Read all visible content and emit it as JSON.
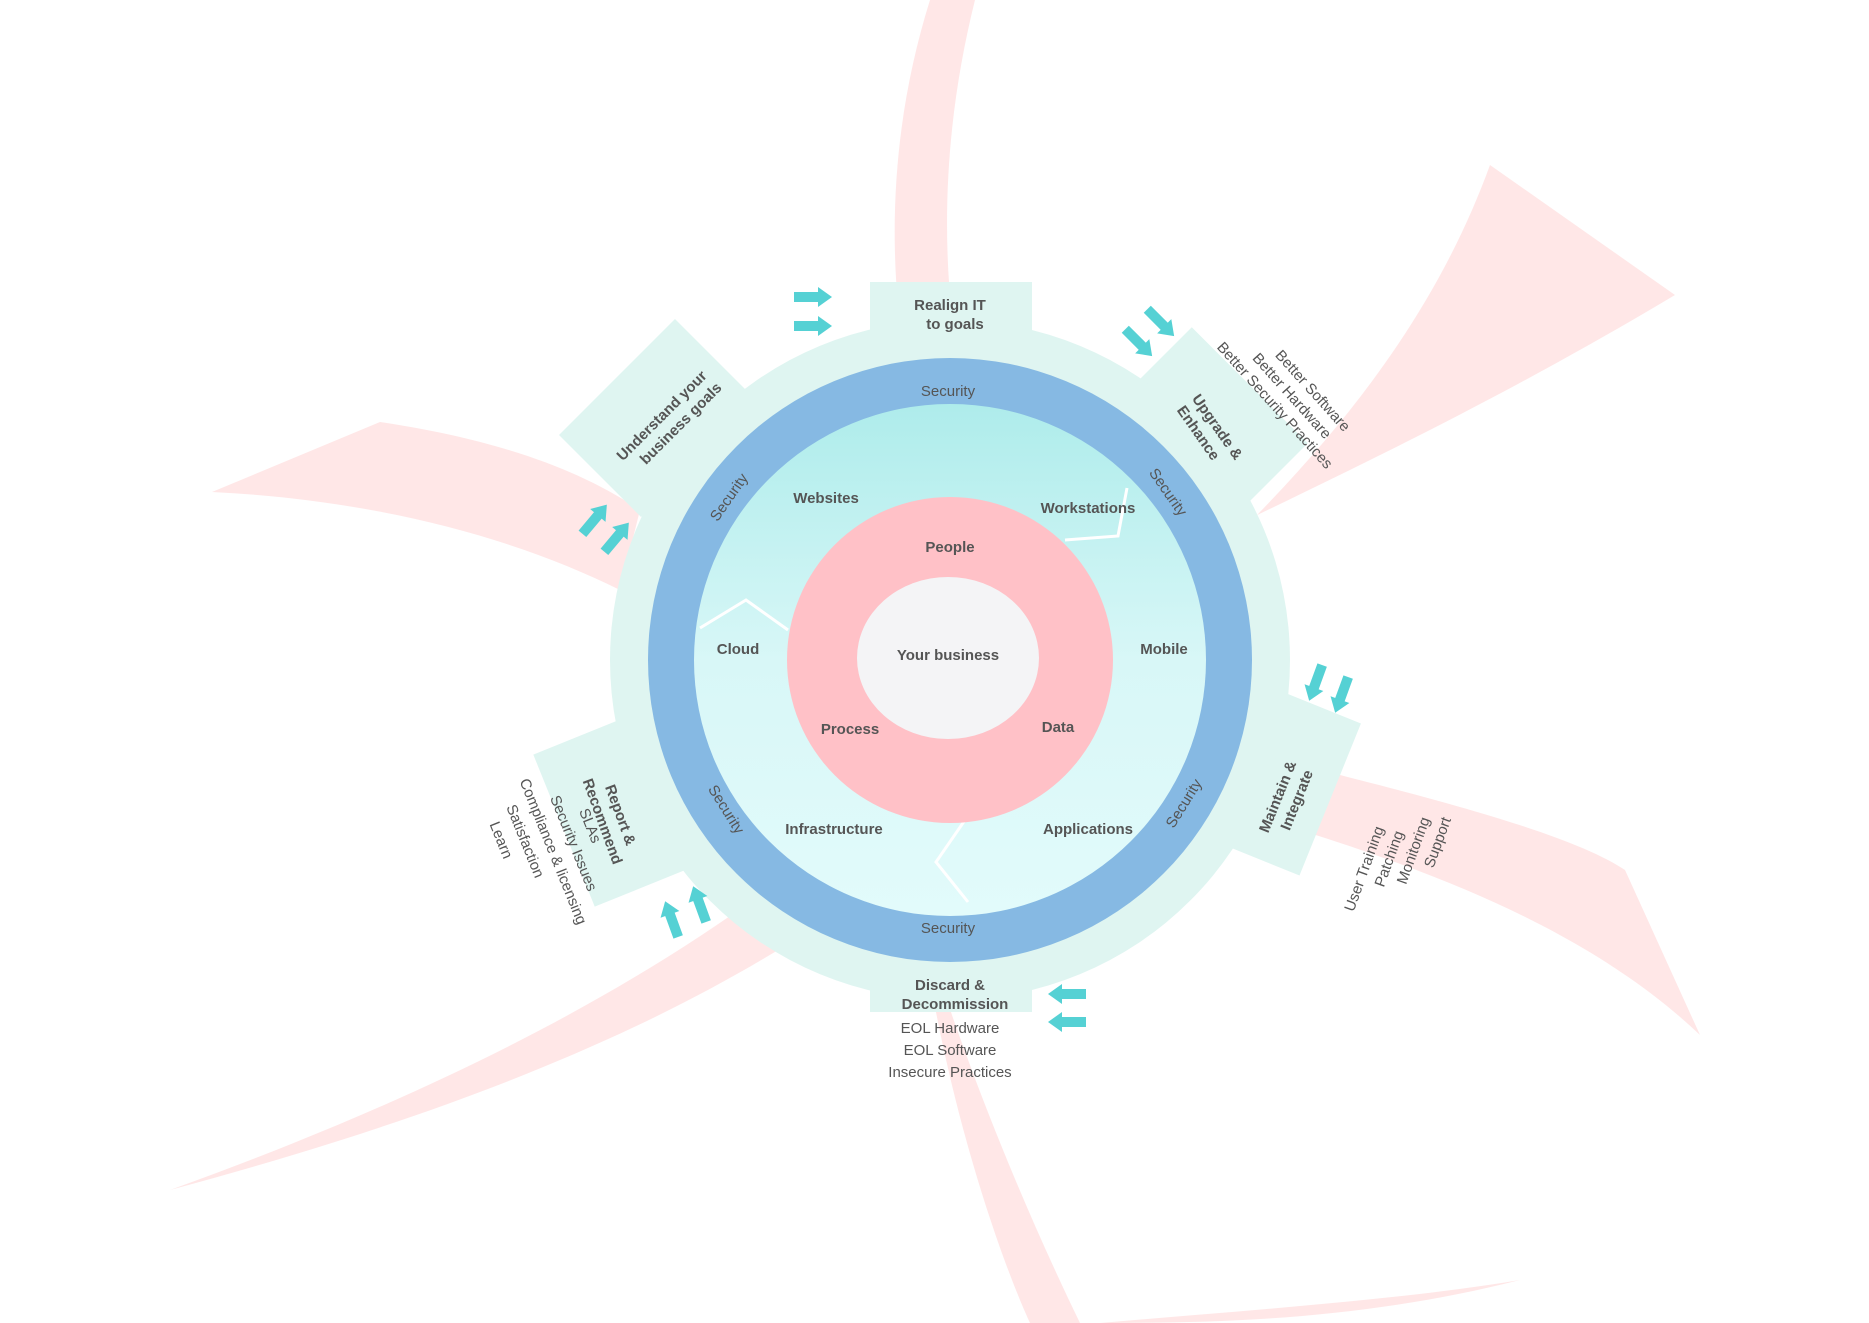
{
  "center": {
    "label": "Your business"
  },
  "inner_ring": {
    "people": "People",
    "process": "Process",
    "data": "Data"
  },
  "assets": {
    "websites": "Websites",
    "workstations": "Workstations",
    "cloud": "Cloud",
    "mobile": "Mobile",
    "infrastructure": "Infrastructure",
    "applications": "Applications"
  },
  "security_ring": {
    "label": "Security"
  },
  "phases": {
    "realign": {
      "line1": "Realign IT",
      "line2": "to goals"
    },
    "upgrade": {
      "line1": "Upgrade &",
      "line2": "Enhance"
    },
    "maintain": {
      "line1": "Maintain &",
      "line2": "Integrate"
    },
    "discard": {
      "line1": "Discard &",
      "line2": "Decommission"
    },
    "report": {
      "line1": "Report &",
      "line2": "Recommend"
    },
    "understand": {
      "line1": "Understand your",
      "line2": "business goals"
    }
  },
  "details": {
    "upgrade": [
      "Better Software",
      "Better Hardware",
      "Better Security Practices"
    ],
    "maintain": [
      "User Training",
      "Patching",
      "Monitoring",
      "Support"
    ],
    "discard": [
      "EOL Hardware",
      "EOL Software",
      "Insecure Practices"
    ],
    "report": [
      "SLAs",
      "Security Issues",
      "Compliance & licensing",
      "Satisfaction",
      "Learn"
    ]
  },
  "colors": {
    "background_swirl": "#ffe6e6",
    "outer_ring": "#dff5f1",
    "security_ring": "#86b9e3",
    "assets_ring": "#c9f1f1",
    "inner_ring": "#ffc1c7",
    "center": "#f4f4f6",
    "arrow": "#55d1d4",
    "text": "#555555"
  }
}
